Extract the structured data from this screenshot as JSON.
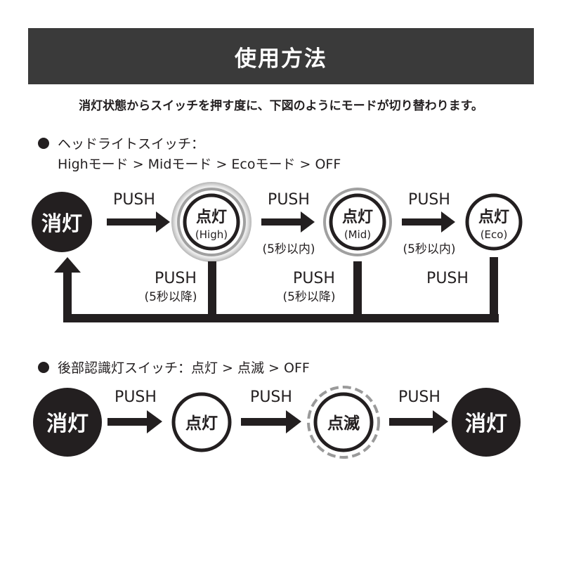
{
  "header": {
    "title": "使用方法"
  },
  "intro": "消灯状態からスイッチを押す度に、下図のようにモードが切り替わります。",
  "headlight": {
    "heading": "ヘッドライトスイッチ：",
    "sequence": "Highモード > Midモード > Ecoモード > OFF",
    "off_label": "消灯",
    "modes": [
      {
        "label": "点灯",
        "sub": "(High)"
      },
      {
        "label": "点灯",
        "sub": "(Mid)"
      },
      {
        "label": "点灯",
        "sub": "(Eco)"
      }
    ],
    "forward": [
      {
        "push": "PUSH",
        "note": ""
      },
      {
        "push": "PUSH",
        "note": "(5秒以内)"
      },
      {
        "push": "PUSH",
        "note": "(5秒以内)"
      }
    ],
    "return": [
      {
        "push": "PUSH",
        "note": "(5秒以降)"
      },
      {
        "push": "PUSH",
        "note": "(5秒以降)"
      },
      {
        "push": "PUSH",
        "note": ""
      }
    ]
  },
  "rear": {
    "heading": "後部認識灯スイッチ：点灯 > 点滅 > OFF",
    "states": [
      "消灯",
      "点灯",
      "点滅",
      "消灯"
    ],
    "push": [
      "PUSH",
      "PUSH",
      "PUSH"
    ]
  },
  "colors": {
    "dark": "#231f20",
    "header_bg": "#3a3a3a",
    "ring": "#a0a0a0"
  }
}
